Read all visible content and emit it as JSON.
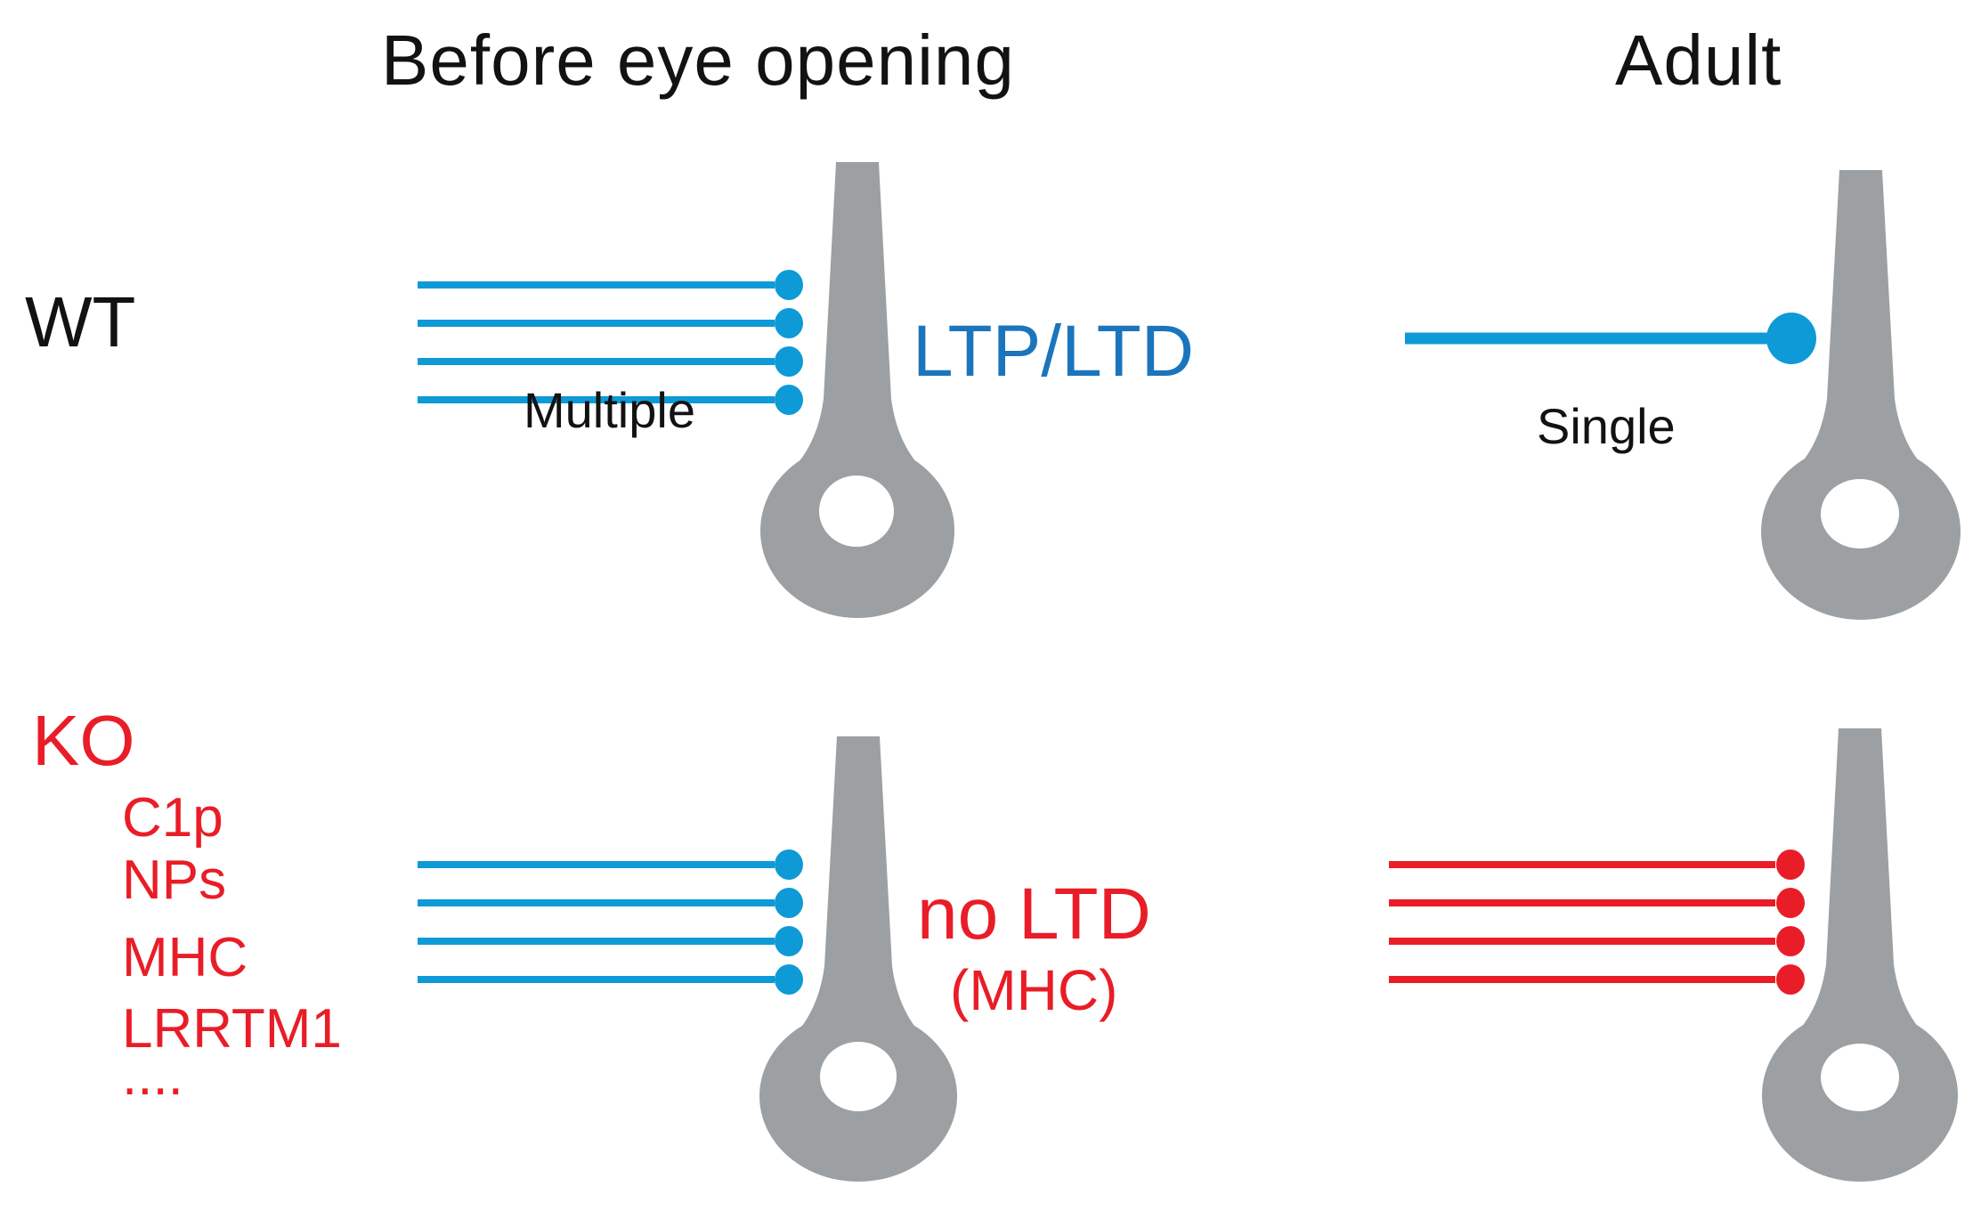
{
  "figure": {
    "columns": {
      "left": "Before eye opening",
      "right": "Adult"
    },
    "rows": {
      "wt": "WT",
      "ko": "KO"
    },
    "ko_genes": [
      "C1p",
      "NPs",
      "MHC",
      "LRRTM1",
      "...."
    ],
    "captions": {
      "multiple": "Multiple",
      "single": "Single"
    },
    "annotations": {
      "ltp_ltd": "LTP/LTD",
      "no_ltd": "no LTD",
      "no_ltd_qualifier": "(MHC)"
    },
    "panels": [
      {
        "id": "wt-before",
        "afferents": 4,
        "color": "blue",
        "bouton": "small"
      },
      {
        "id": "wt-adult",
        "afferents": 1,
        "color": "blue",
        "bouton": "large"
      },
      {
        "id": "ko-before",
        "afferents": 4,
        "color": "blue",
        "bouton": "small"
      },
      {
        "id": "ko-adult",
        "afferents": 4,
        "color": "red",
        "bouton": "small"
      }
    ],
    "colors": {
      "afferent_blue": "#0E9AD6",
      "annotation_blue": "#1B75BC",
      "red": "#E91D27",
      "neuron_gray": "#9CA0A3",
      "text_black": "#121212",
      "background": "#FFFFFF"
    }
  }
}
